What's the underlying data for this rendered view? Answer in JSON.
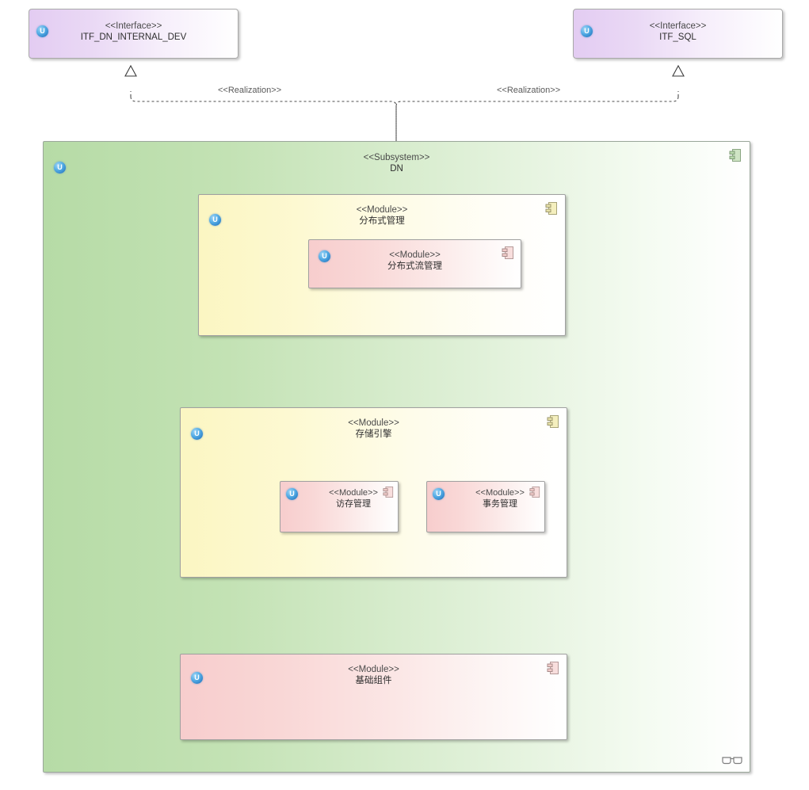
{
  "diagram": {
    "type": "UML Component Diagram",
    "background": "#ffffff"
  },
  "colors": {
    "interface_fill": "#e3ccf2",
    "subsystem_fill": "#b6dba6",
    "module_yellow_fill": "#fbf6c2",
    "module_pink_fill": "#f7cdcd",
    "border": "#9a9a9a",
    "text": "#3b3b3b",
    "icon_blue": "#2f83c9",
    "connector": "#4d4d4d"
  },
  "interfaces": [
    {
      "id": "itf-dn-internal-dev",
      "stereotype": "<<Interface>>",
      "name": "ITF_DN_INTERNAL_DEV",
      "icon": "u-icon"
    },
    {
      "id": "itf-sql",
      "stereotype": "<<Interface>>",
      "name": "ITF_SQL",
      "icon": "u-icon"
    }
  ],
  "connectors": [
    {
      "id": "realization-left",
      "label": "<<Realization>>",
      "from": "DN",
      "to": "ITF_DN_INTERNAL_DEV",
      "style": "dashed",
      "arrow": "hollow-triangle"
    },
    {
      "id": "realization-right",
      "label": "<<Realization>>",
      "from": "DN",
      "to": "ITF_SQL",
      "style": "dashed",
      "arrow": "hollow-triangle"
    }
  ],
  "subsystem": {
    "id": "dn-subsystem",
    "stereotype": "<<Subsystem>>",
    "name": "DN",
    "icon": "u-icon",
    "corner_icon": "component-icon",
    "footer_icon": "glasses-icon",
    "modules": [
      {
        "id": "module-distributed-management",
        "stereotype": "<<Module>>",
        "name": "分布式管理",
        "icon": "u-icon",
        "corner_icon": "component-icon",
        "fill": "yellow",
        "children": [
          {
            "id": "module-distributed-stream-management",
            "stereotype": "<<Module>>",
            "name": "分布式流管理",
            "icon": "u-icon",
            "corner_icon": "component-icon",
            "fill": "pink"
          }
        ]
      },
      {
        "id": "module-storage-engine",
        "stereotype": "<<Module>>",
        "name": "存储引擎",
        "icon": "u-icon",
        "corner_icon": "component-icon",
        "fill": "yellow",
        "children": [
          {
            "id": "module-access-management",
            "stereotype": "<<Module>>",
            "name": "访存管理",
            "icon": "u-icon",
            "corner_icon": "component-icon",
            "fill": "pink"
          },
          {
            "id": "module-transaction-management",
            "stereotype": "<<Module>>",
            "name": "事务管理",
            "icon": "u-icon",
            "corner_icon": "component-icon",
            "fill": "pink"
          }
        ]
      },
      {
        "id": "module-basic-components",
        "stereotype": "<<Module>>",
        "name": "基础组件",
        "icon": "u-icon",
        "corner_icon": "component-icon",
        "fill": "pink",
        "children": []
      }
    ]
  }
}
